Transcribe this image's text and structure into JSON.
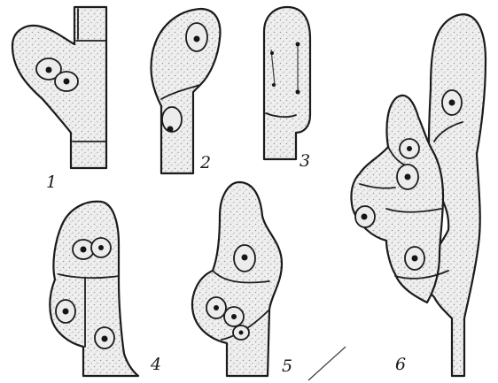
{
  "figure": {
    "panel_labels": [
      "1",
      "2",
      "3",
      "4",
      "5",
      "6"
    ]
  }
}
